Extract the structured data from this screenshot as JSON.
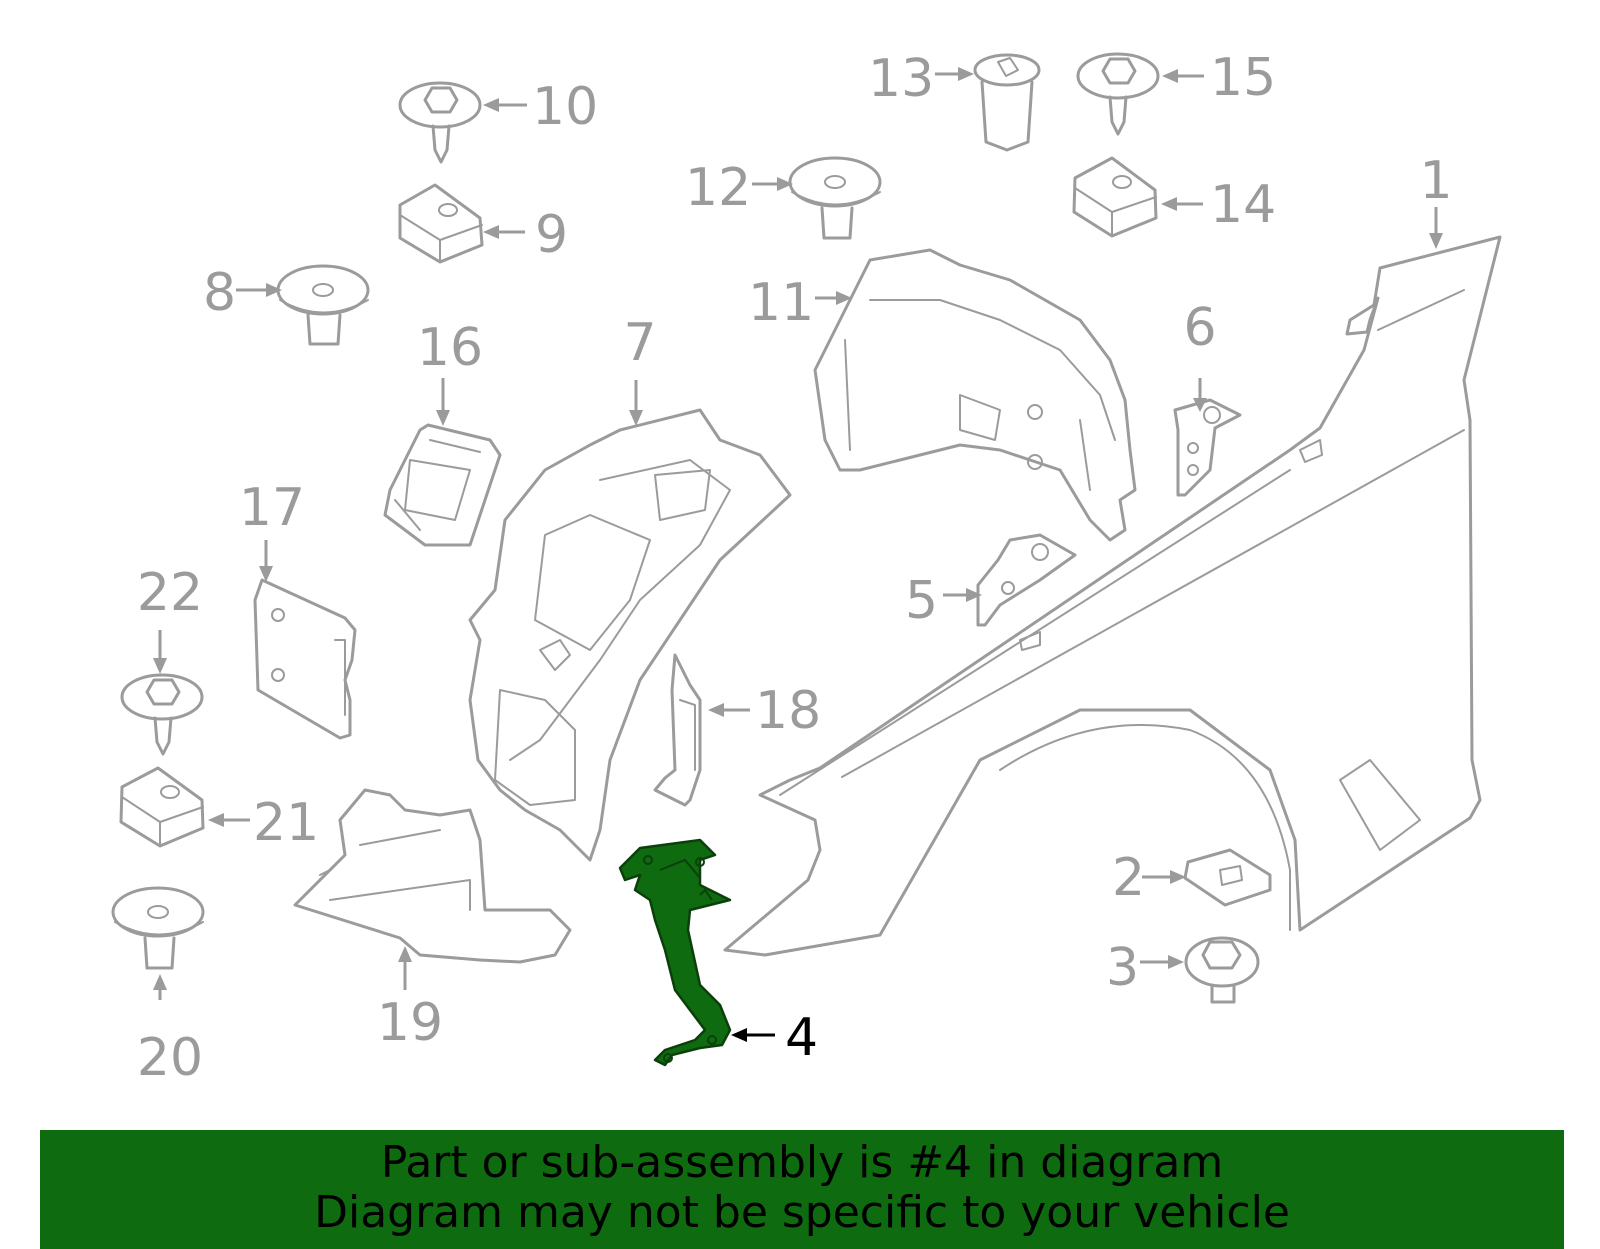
{
  "diagram": {
    "callouts": {
      "c1": "1",
      "c2": "2",
      "c3": "3",
      "c4": "4",
      "c5": "5",
      "c6": "6",
      "c7": "7",
      "c8": "8",
      "c9": "9",
      "c10": "10",
      "c11": "11",
      "c12": "12",
      "c13": "13",
      "c14": "14",
      "c15": "15",
      "c16": "16",
      "c17": "17",
      "c18": "18",
      "c19": "19",
      "c20": "20",
      "c21": "21",
      "c22": "22"
    },
    "highlighted_part": "4",
    "colors": {
      "highlight": "#0f6b0f",
      "line": "#9b9b9b",
      "banner": "#0f6b0f"
    }
  },
  "banner": {
    "line1": "Part or sub-assembly is #4 in diagram",
    "line2": "Diagram may not be specific to your vehicle"
  }
}
